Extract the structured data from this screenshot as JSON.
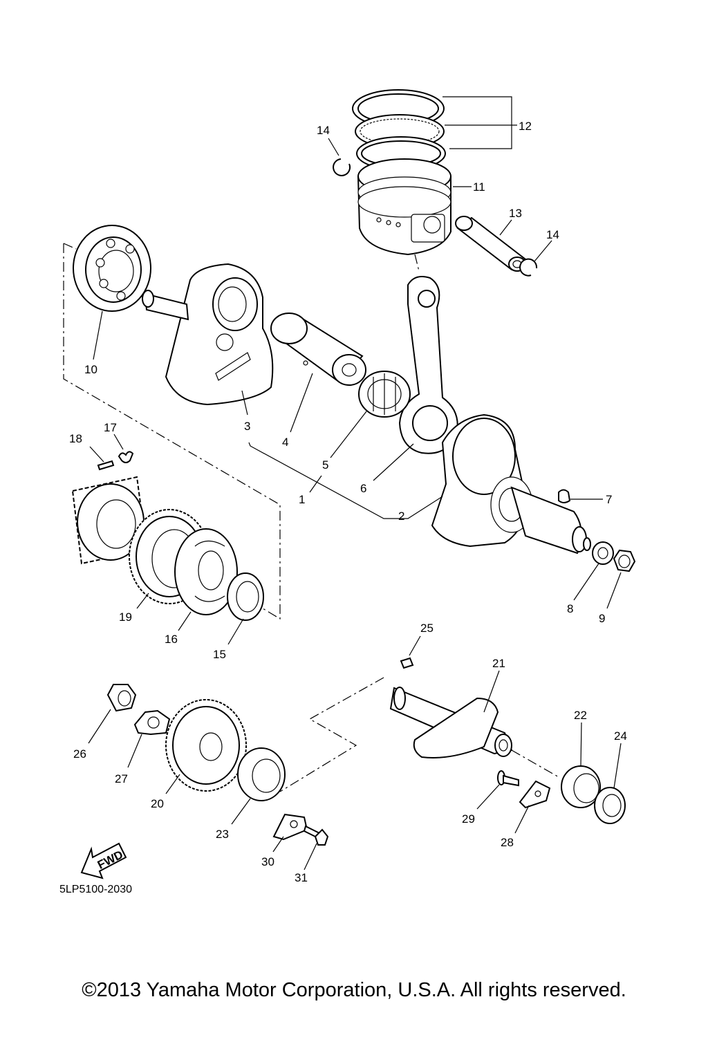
{
  "callouts": [
    "1",
    "2",
    "3",
    "4",
    "5",
    "6",
    "7",
    "8",
    "9",
    "10",
    "11",
    "12",
    "13",
    "14",
    "14",
    "15",
    "16",
    "17",
    "18",
    "19",
    "20",
    "21",
    "22",
    "23",
    "24",
    "25",
    "26",
    "27",
    "28",
    "29",
    "30",
    "31"
  ],
  "fwd_label": "FWD",
  "diagram_code": "5LP5100-2030",
  "copyright": "©2013 Yamaha Motor Corporation, U.S.A. All rights reserved."
}
